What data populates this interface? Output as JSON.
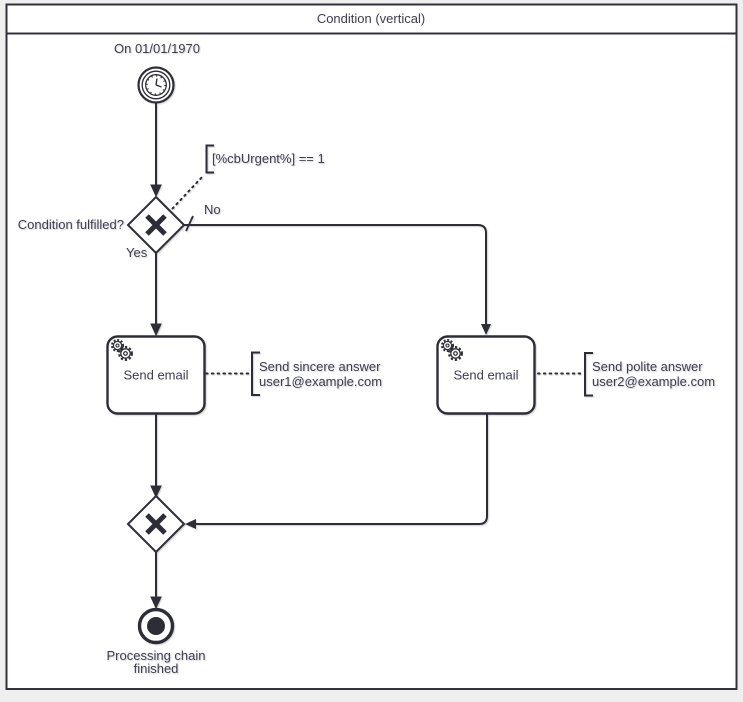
{
  "title": "Condition (vertical)",
  "colors": {
    "stroke": "#2d2d38",
    "text": "#3d3d51",
    "canvas_bg": "#ffffff",
    "page_bg": "#efefef"
  },
  "diagram": {
    "start_event": {
      "label": "On 01/01/1970",
      "icon": "clock-icon"
    },
    "condition_gateway": {
      "question": "Condition fulfilled?",
      "yes": "Yes",
      "no": "No",
      "marker": "x-marker"
    },
    "condition_annotation": {
      "text": "[%cbUrgent%] == 1"
    },
    "left_task": {
      "label": "Send email",
      "icon": "gears-icon"
    },
    "left_annotation": {
      "line1": "Send sincere answer",
      "line2": "user1@example.com"
    },
    "right_task": {
      "label": "Send email",
      "icon": "gears-icon"
    },
    "right_annotation": {
      "line1": "Send polite answer",
      "line2": "user2@example.com"
    },
    "merge_gateway": {
      "marker": "x-marker"
    },
    "end_event": {
      "label_line1": "Processing chain",
      "label_line2": "finished"
    }
  }
}
